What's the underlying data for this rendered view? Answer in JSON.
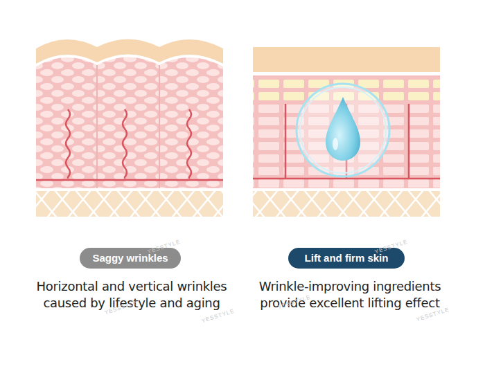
{
  "diagram": {
    "nodes": [
      {
        "text": [
          "Saggy wrinkles"
        ]
      },
      {
        "text": [
          "Lift and firm skin"
        ]
      }
    ],
    "labels": [
      "Horizontal and vertical wrinkles caused by lifestyle and aging",
      "Wrinkle-improving ingredients provide excellent lifting effect",
      "YESSTYLE",
      "YESSTYLE",
      "YESSTYLE",
      "YESSTYLE",
      "YESSTYLE",
      "YESSTYLE"
    ]
  }
}
